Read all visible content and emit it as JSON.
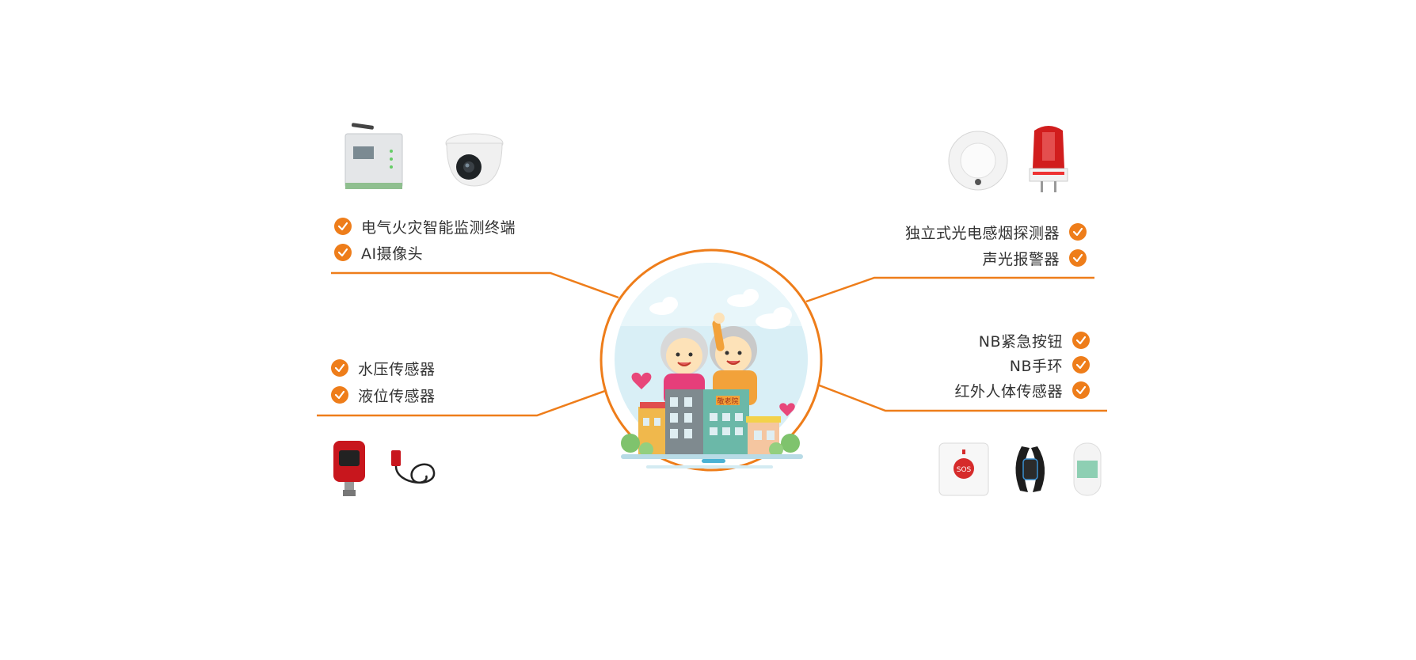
{
  "accent_color": "#ee7d1a",
  "groups": {
    "top_left": {
      "items": [
        {
          "label": "电气火灾智能监测终端",
          "icon": "check-icon"
        },
        {
          "label": "AI摄像头",
          "icon": "check-icon"
        }
      ]
    },
    "bottom_left": {
      "items": [
        {
          "label": "水压传感器",
          "icon": "check-icon"
        },
        {
          "label": "液位传感器",
          "icon": "check-icon"
        }
      ]
    },
    "top_right": {
      "items": [
        {
          "label": "独立式光电感烟探测器",
          "icon": "check-icon"
        },
        {
          "label": "声光报警器",
          "icon": "check-icon"
        }
      ]
    },
    "bottom_right": {
      "items": [
        {
          "label": "NB紧急按钮",
          "icon": "check-icon"
        },
        {
          "label": "NB手环",
          "icon": "check-icon"
        },
        {
          "label": "红外人体传感器",
          "icon": "check-icon"
        }
      ]
    }
  },
  "center": {
    "building_sign": "敬老院",
    "sos_button_text": "SOS"
  }
}
